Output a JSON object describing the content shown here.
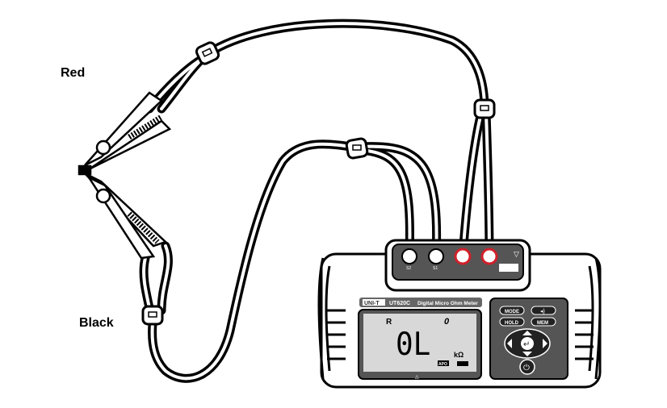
{
  "labels": {
    "red": "Red",
    "black": "Black"
  },
  "meter": {
    "brand": "UNI-T",
    "model": "UT620C",
    "name": "Digital Micro Ohm Meter",
    "terminals": [
      "S2",
      "S1",
      "",
      ""
    ],
    "display": {
      "mode": "R",
      "index": "0",
      "reading": "0L",
      "unit": "kΩ",
      "apo": "APO"
    },
    "buttons": {
      "mode": "MODE",
      "buzzer": "🔈",
      "hold": "HOLD",
      "mem": "MEM"
    },
    "icons": [
      "power-icon",
      "enter-icon",
      "arrow-up-icon",
      "arrow-down-icon",
      "arrow-left-icon",
      "arrow-right-icon",
      "battery-icon",
      "warning-icon"
    ]
  },
  "colors": {
    "red_terminal": "#d0202a",
    "lcd": "#d8d8d8",
    "keypad": "#555555",
    "ink": "#000000"
  }
}
